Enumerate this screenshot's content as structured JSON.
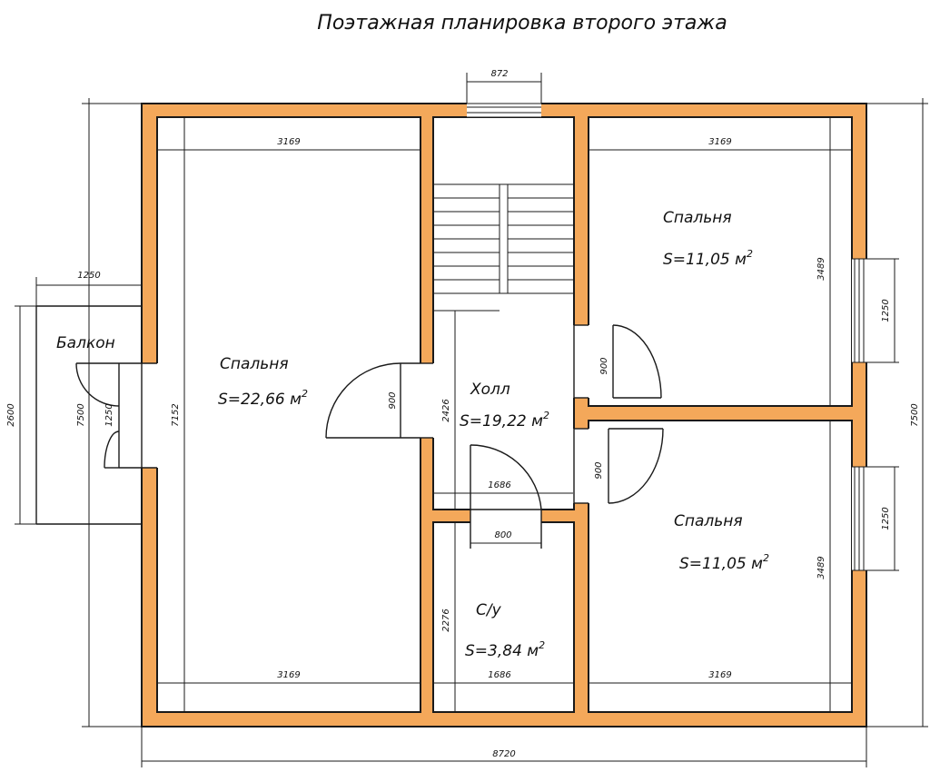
{
  "title": "Поэтажная планировка второго этажа",
  "rooms": {
    "bedroom_main": {
      "name": "Спальня",
      "area": "S=22,66 м",
      "sup": "2"
    },
    "bedroom_top": {
      "name": "Спальня",
      "area": "S=11,05 м",
      "sup": "2"
    },
    "bedroom_bottom": {
      "name": "Спальня",
      "area": "S=11,05 м",
      "sup": "2"
    },
    "hall": {
      "name": "Холл",
      "area": "S=19,22 м",
      "sup": "2"
    },
    "bathroom": {
      "name": "С/у",
      "area": "S=3,84 м",
      "sup": "2"
    },
    "balcony": {
      "name": "Балкон"
    }
  },
  "dimensions": {
    "stair_window": "872",
    "main_top_width": "3169",
    "main_bottom_width": "3169",
    "right_top_width": "3169",
    "right_bottom_width": "3169",
    "balcony_width": "1250",
    "balcony_height": "2600",
    "left_overall": "7500",
    "right_overall": "7500",
    "main_height": "7152",
    "overall_width": "8720",
    "main_door": "900",
    "balcony_door": "1250",
    "hall_height": "2426",
    "hall_width": "1686",
    "bath_door": "800",
    "bath_height": "2276",
    "bath_width": "1686",
    "top_door": "900",
    "bottom_door": "900",
    "top_room_height": "3489",
    "bottom_room_height": "3489",
    "top_window": "1250",
    "bottom_window": "1250"
  }
}
